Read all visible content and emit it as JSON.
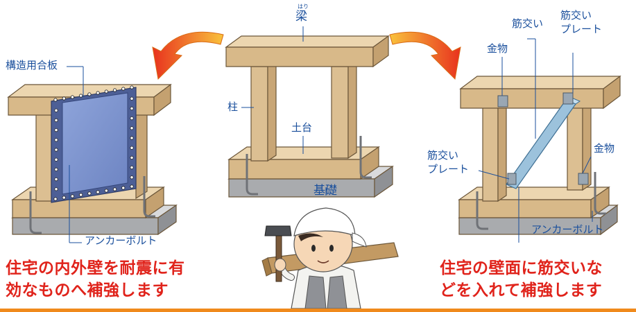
{
  "center": {
    "beam_ruby": "はり",
    "beam": "梁",
    "pillar": "柱",
    "sill": "土台",
    "foundation": "基礎"
  },
  "left": {
    "plywood": "構造用合板",
    "anchor_bolt": "アンカーボルト",
    "caption_line1": "住宅の内外壁を耐震に有",
    "caption_line2": "効なものへ補強します"
  },
  "right": {
    "hardware_top": "金物",
    "brace": "筋交い",
    "brace_plate_top_line1": "筋交い",
    "brace_plate_top_line2": "プレート",
    "brace_plate_bottom_line1": "筋交い",
    "brace_plate_bottom_line2": "プレート",
    "hardware_right": "金物",
    "anchor_bolt": "アンカーボルト",
    "caption_line1": "住宅の壁面に筋交いな",
    "caption_line2": "どを入れて補強します"
  },
  "colors": {
    "wood": "#e2c69b",
    "wood_dark": "#c9a878",
    "concrete": "#b7b9bc",
    "plywood": "#7f96cf",
    "brace": "#9cc2dc",
    "label_blue": "#1a4f9c",
    "caption_red": "#e0231b",
    "arrow_orange": "#f07a1c",
    "rule_orange": "#f08a1c"
  }
}
